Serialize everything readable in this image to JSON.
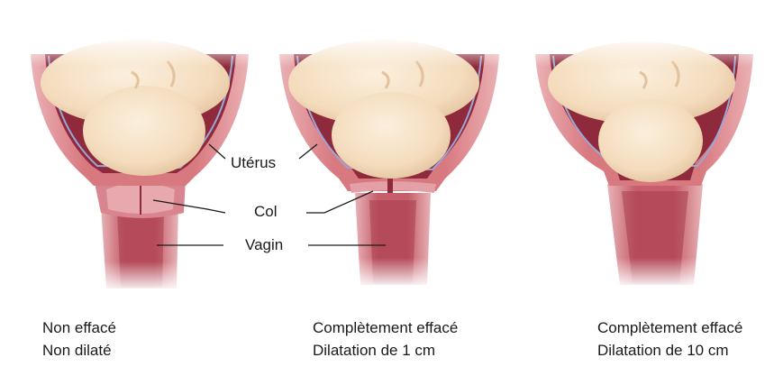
{
  "labels": {
    "uterus": "Utérus",
    "cervix": "Col",
    "vagina": "Vagin"
  },
  "panels": [
    {
      "line1": "Non effacé",
      "line2": "Non dilaté"
    },
    {
      "line1": "Complètement effacé",
      "line2": "Dilatation de 1 cm"
    },
    {
      "line1": "Complètement effacé",
      "line2": "Dilatation de 10 cm"
    }
  ],
  "colors": {
    "uterus_wall": "#d8787f",
    "uterus_wall_light": "#eab1b4",
    "uterus_cavity": "#8e2a3b",
    "membrane": "#9aa6d6",
    "fetus": "#f7e3c8",
    "fetus_shadow": "#e6c9a6",
    "vagina": "#b84a58",
    "vagina_light": "#e7b3b6",
    "leader_line": "#1a1a1a"
  }
}
